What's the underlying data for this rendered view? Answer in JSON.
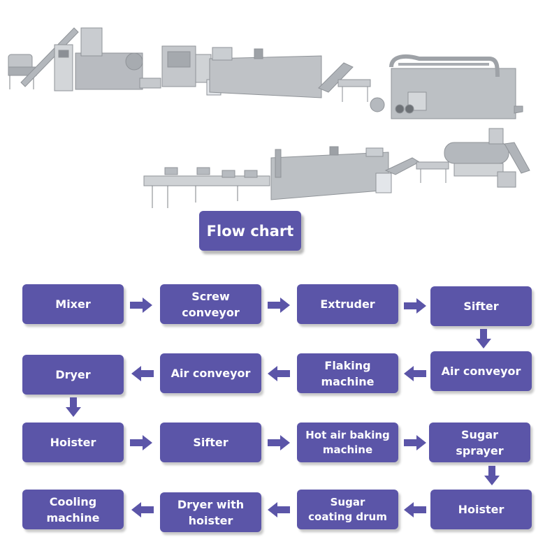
{
  "title": "Flow chart",
  "steps": [
    "Mixer",
    "Screw\nconveyor",
    "Extruder",
    "Sifter",
    "Air conveyor",
    "Flaking\nmachine",
    "Air conveyor",
    "Dryer",
    "Hoister",
    "Sifter",
    "Hot air baking\nmachine",
    "Sugar\nsprayer",
    "Hoister",
    "Sugar\ncoating drum",
    "Dryer with\nhoister",
    "Cooling\nmachine"
  ],
  "colors": {
    "box": "#5b55a8",
    "arrow": "#5b55a8",
    "text": "#ffffff",
    "machine": "#b9bcc0"
  }
}
